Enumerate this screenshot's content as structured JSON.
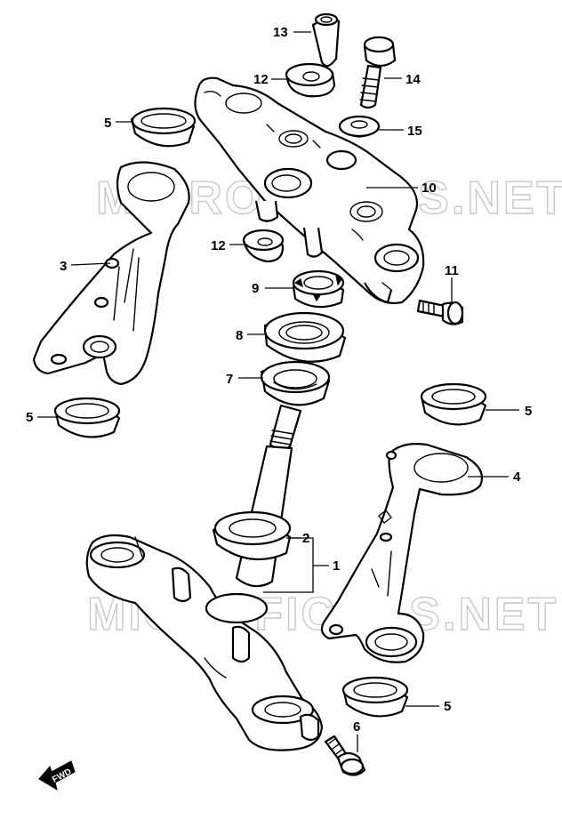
{
  "watermark": {
    "text": "MICROFICHAS.NET"
  },
  "fwd_label": "FWD",
  "callouts": [
    {
      "id": "c13",
      "label": "13"
    },
    {
      "id": "c12a",
      "label": "12"
    },
    {
      "id": "c14",
      "label": "14"
    },
    {
      "id": "c5a",
      "label": "5"
    },
    {
      "id": "c15",
      "label": "15"
    },
    {
      "id": "c10",
      "label": "10"
    },
    {
      "id": "c12b",
      "label": "12"
    },
    {
      "id": "c3",
      "label": "3"
    },
    {
      "id": "c11",
      "label": "11"
    },
    {
      "id": "c9",
      "label": "9"
    },
    {
      "id": "c8",
      "label": "8"
    },
    {
      "id": "c7",
      "label": "7"
    },
    {
      "id": "c5b",
      "label": "5"
    },
    {
      "id": "c5c",
      "label": "5"
    },
    {
      "id": "c4",
      "label": "4"
    },
    {
      "id": "c2",
      "label": "2"
    },
    {
      "id": "c1",
      "label": "1"
    },
    {
      "id": "c5d",
      "label": "5"
    },
    {
      "id": "c6",
      "label": "6"
    }
  ]
}
